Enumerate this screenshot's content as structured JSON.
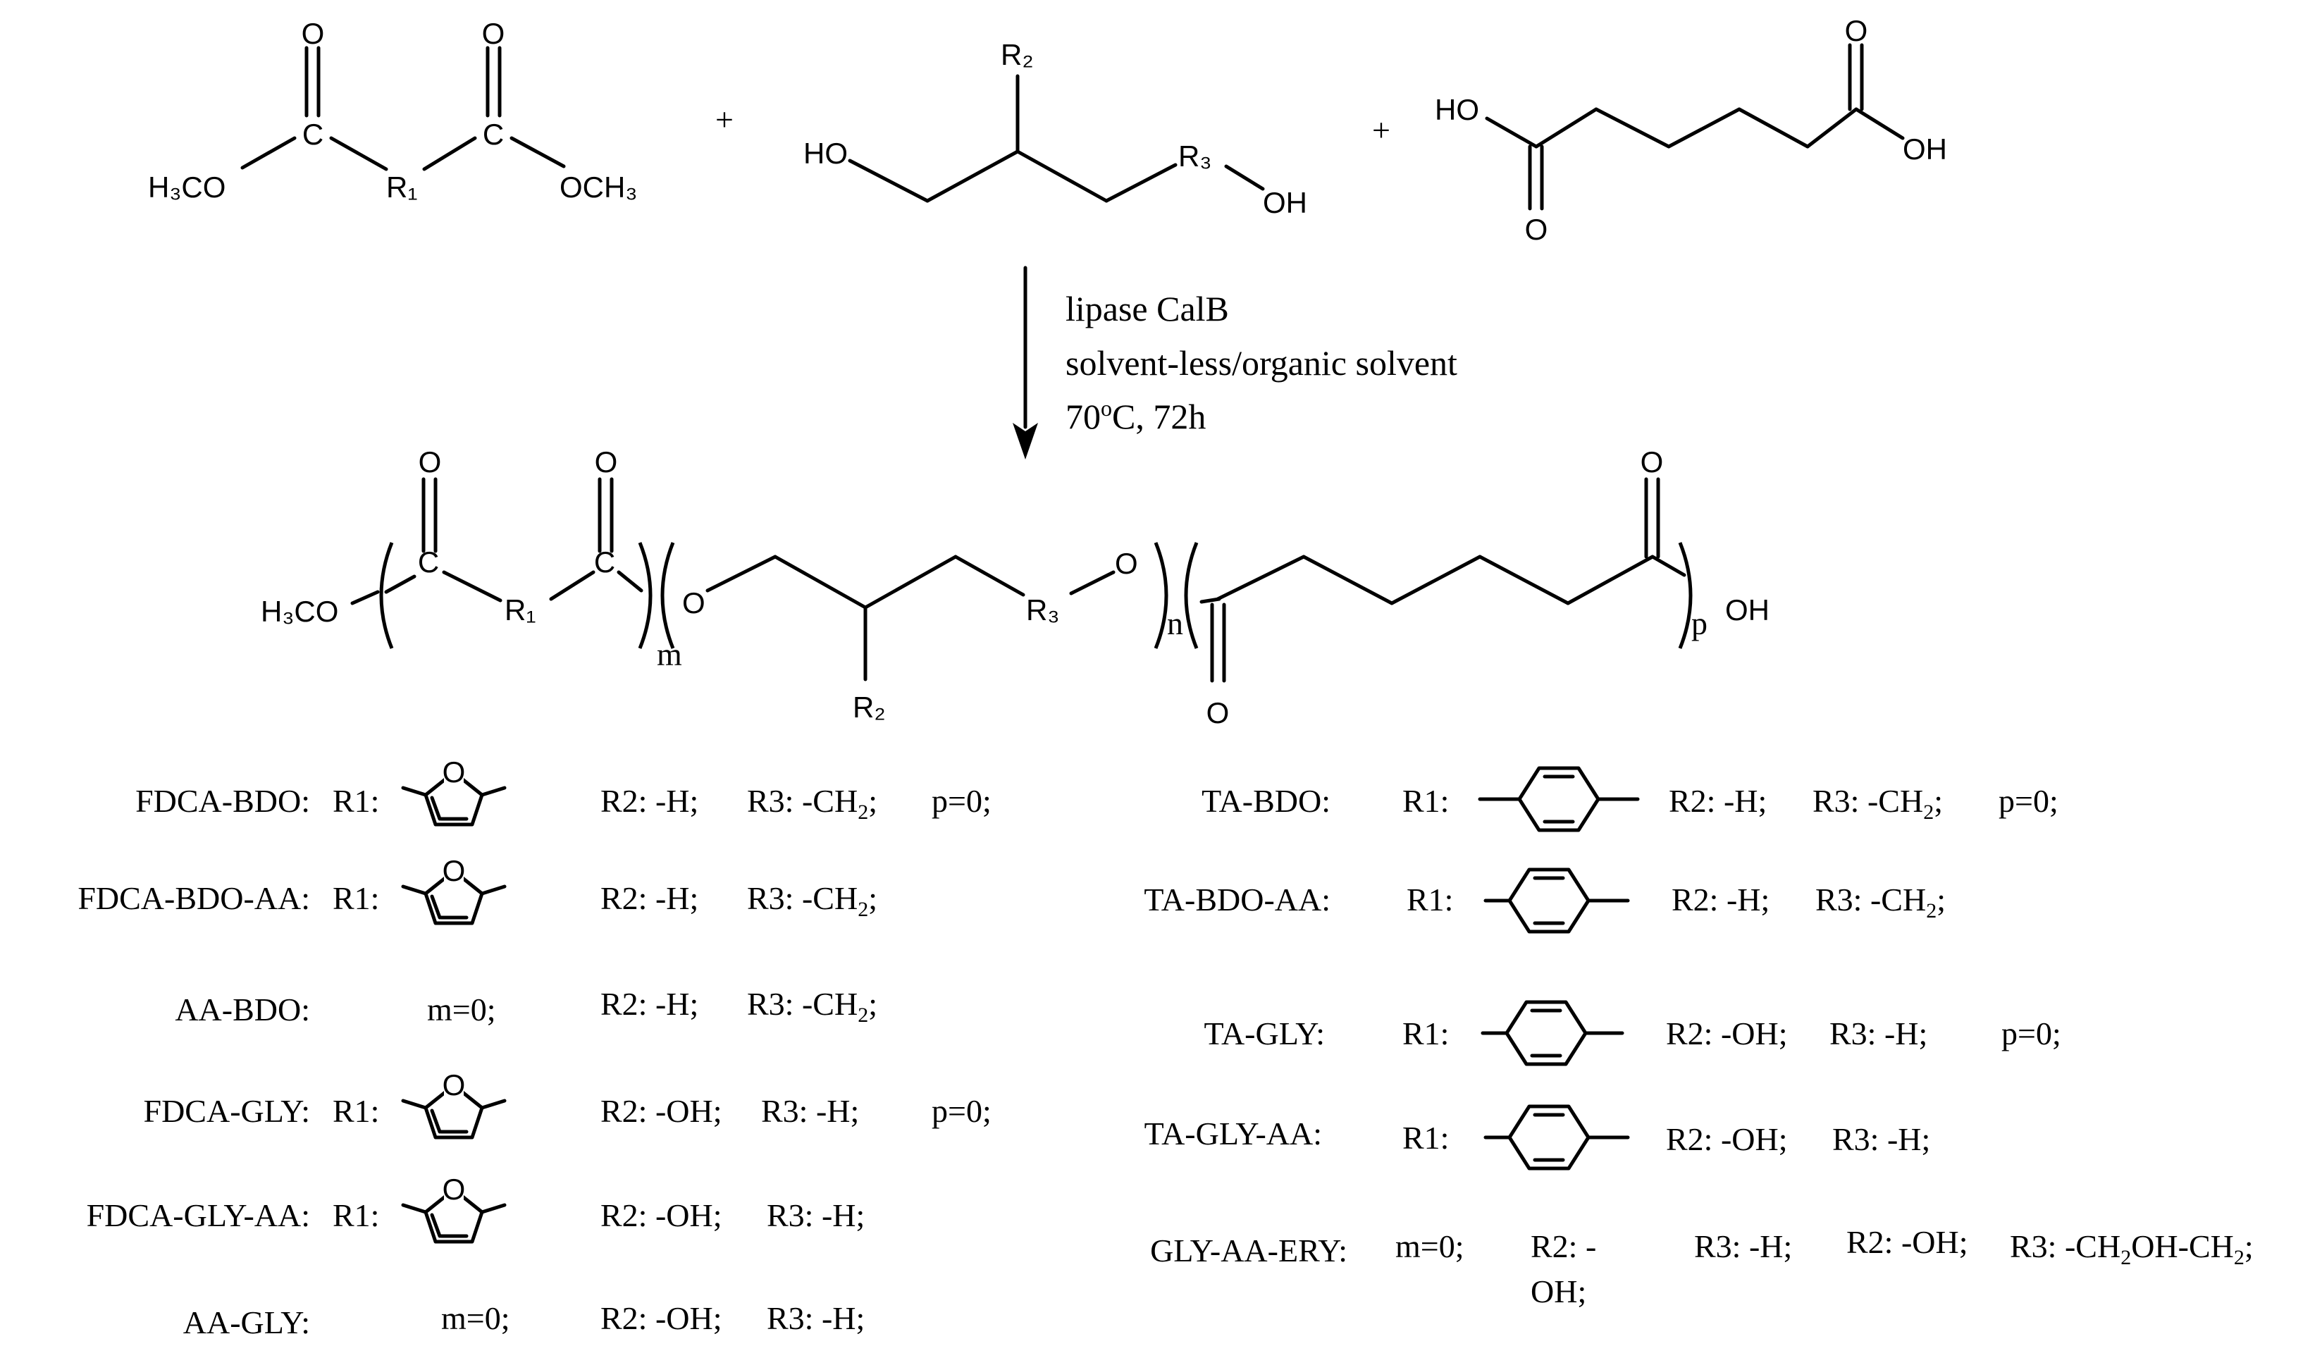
{
  "reactants": {
    "diester": {
      "h3co": "H₃CO",
      "r1": "R₁",
      "och3": "OCH₃",
      "c": "C",
      "o": "O"
    },
    "plus": "+",
    "diol": {
      "ho": "HO",
      "r2": "R₂",
      "r3": "R₃",
      "oh": "OH"
    },
    "adipic": {
      "ho": "HO",
      "oh": "OH",
      "o": "O"
    }
  },
  "conditions": {
    "line1": "lipase CalB",
    "line2": "solvent-less/organic solvent",
    "line3_main": "70",
    "line3_sup": "o",
    "line3_rest": "C, 72h"
  },
  "product": {
    "h3co": "H₃CO",
    "c": "C",
    "o": "O",
    "r1": "R₁",
    "r2": "R₂",
    "r3": "R₃",
    "m": "m",
    "n": "n",
    "p": "p",
    "oh": "OH"
  },
  "left_entries": [
    {
      "name": "FDCA-BDO:",
      "r1_label": "R1:",
      "r1_icon": "furan-icon",
      "r2": "R2: -H;",
      "r3": "R3: -CH₂;",
      "p": "p=0;"
    },
    {
      "name": "FDCA-BDO-AA:",
      "r1_label": "R1:",
      "r1_icon": "furan-icon",
      "r2": "R2: -H;",
      "r3": "R3: -CH₂;",
      "p": ""
    },
    {
      "name": "AA-BDO:",
      "m": "m=0;",
      "r2": "R2: -H;",
      "r3": "R3: -CH₂;"
    },
    {
      "name": "FDCA-GLY:",
      "r1_label": "R1:",
      "r1_icon": "furan-icon",
      "r2": "R2: -OH;",
      "r3": "R3: -H;",
      "p": "p=0;"
    },
    {
      "name": "FDCA-GLY-AA:",
      "r1_label": "R1:",
      "r1_icon": "furan-icon",
      "r2": "R2: -OH;",
      "r3": "R3: -H;",
      "p": ""
    },
    {
      "name": "AA-GLY:",
      "m": "m=0;",
      "r2": "R2: -OH;",
      "r3": "R3: -H;"
    }
  ],
  "right_entries": [
    {
      "name": "TA-BDO:",
      "r1_label": "R1:",
      "r1_icon": "benzene-icon",
      "r2": "R2: -H;",
      "r3": "R3: -CH₂;",
      "p": "p=0;"
    },
    {
      "name": "TA-BDO-AA:",
      "r1_label": "R1:",
      "r1_icon": "benzene-icon",
      "r2": "R2: -H;",
      "r3": "R3: -CH₂;",
      "p": ""
    },
    {
      "name": "TA-GLY:",
      "r1_label": "R1:",
      "r1_icon": "benzene-icon",
      "r2": "R2: -OH;",
      "r3": "R3: -H;",
      "p": "p=0;"
    },
    {
      "name": "TA-GLY-AA:",
      "r1_label": "R1:",
      "r1_icon": "benzene-icon",
      "r2": "R2: -OH;",
      "r3": "R3: -H;",
      "p": ""
    },
    {
      "name": "GLY-AA-ERY:",
      "m": "m=0;",
      "r2a": "R2: -",
      "r2b": "OH;",
      "r3a": "R3: -H;",
      "r2c": "R2: -OH;",
      "r3b": "R3: -CH₂OH-CH₂;"
    }
  ]
}
